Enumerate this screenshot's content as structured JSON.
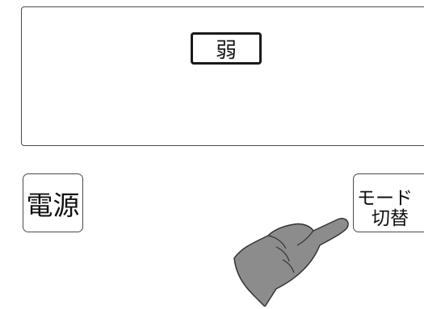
{
  "display": {
    "mode_indicator": "弱"
  },
  "buttons": {
    "power_label": "電源",
    "mode_switch_line1": "モード",
    "mode_switch_line2": "切替"
  },
  "colors": {
    "panel_border": "#4a4a4a",
    "hand_fill": "#8c8c8c",
    "hand_outline": "#333333"
  },
  "icons": {
    "pointer": "pointing-hand-icon"
  }
}
